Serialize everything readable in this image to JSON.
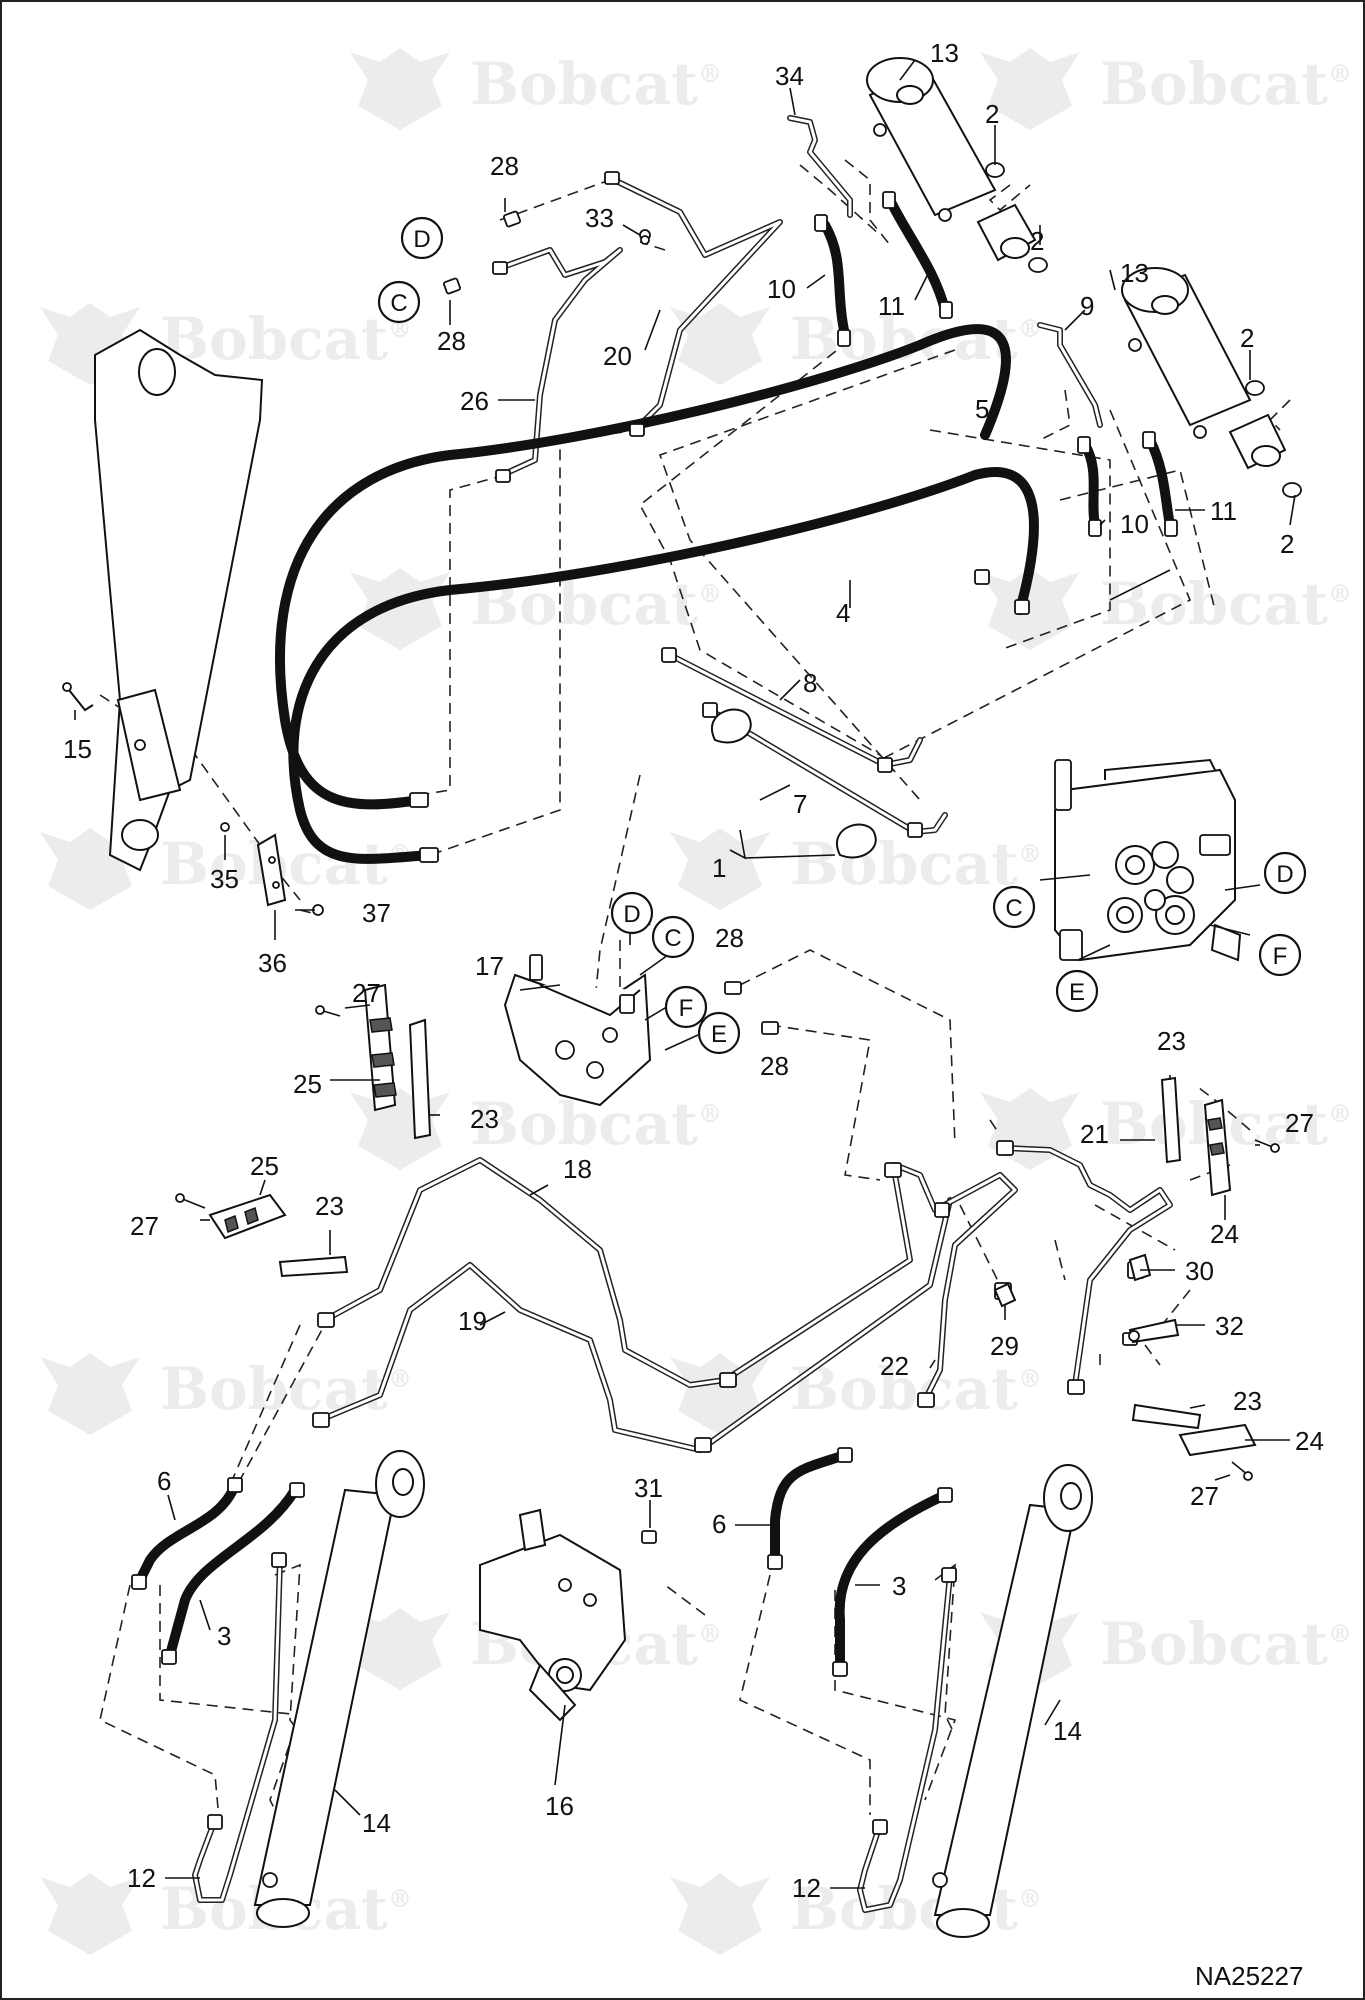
{
  "drawing_id": "NA25227",
  "watermark_text": "Bobcat",
  "watermark_mark": "®",
  "callouts": [
    {
      "n": "34"
    },
    {
      "n": "13"
    },
    {
      "n": "2"
    },
    {
      "n": "28"
    },
    {
      "n": "33"
    },
    {
      "n": "2"
    },
    {
      "n": "10"
    },
    {
      "n": "11"
    },
    {
      "n": "28"
    },
    {
      "n": "13"
    },
    {
      "n": "9"
    },
    {
      "n": "2"
    },
    {
      "n": "20"
    },
    {
      "n": "26"
    },
    {
      "n": "5"
    },
    {
      "n": "10"
    },
    {
      "n": "11"
    },
    {
      "n": "2"
    },
    {
      "n": "4"
    },
    {
      "n": "15"
    },
    {
      "n": "8"
    },
    {
      "n": "7"
    },
    {
      "n": "1"
    },
    {
      "n": "35"
    },
    {
      "n": "37"
    },
    {
      "n": "36"
    },
    {
      "n": "28"
    },
    {
      "n": "17"
    },
    {
      "n": "27"
    },
    {
      "n": "28"
    },
    {
      "n": "23"
    },
    {
      "n": "25"
    },
    {
      "n": "23"
    },
    {
      "n": "21"
    },
    {
      "n": "27"
    },
    {
      "n": "25"
    },
    {
      "n": "18"
    },
    {
      "n": "27"
    },
    {
      "n": "23"
    },
    {
      "n": "24"
    },
    {
      "n": "30"
    },
    {
      "n": "19"
    },
    {
      "n": "32"
    },
    {
      "n": "29"
    },
    {
      "n": "22"
    },
    {
      "n": "23"
    },
    {
      "n": "24"
    },
    {
      "n": "6"
    },
    {
      "n": "27"
    },
    {
      "n": "6"
    },
    {
      "n": "3"
    },
    {
      "n": "3"
    },
    {
      "n": "31"
    },
    {
      "n": "14"
    },
    {
      "n": "14"
    },
    {
      "n": "16"
    },
    {
      "n": "12"
    },
    {
      "n": "12"
    }
  ],
  "port_markers": [
    {
      "letter": "D"
    },
    {
      "letter": "C"
    },
    {
      "letter": "D"
    },
    {
      "letter": "C"
    },
    {
      "letter": "F"
    },
    {
      "letter": "E"
    },
    {
      "letter": "C"
    },
    {
      "letter": "D"
    },
    {
      "letter": "E"
    },
    {
      "letter": "F"
    }
  ]
}
